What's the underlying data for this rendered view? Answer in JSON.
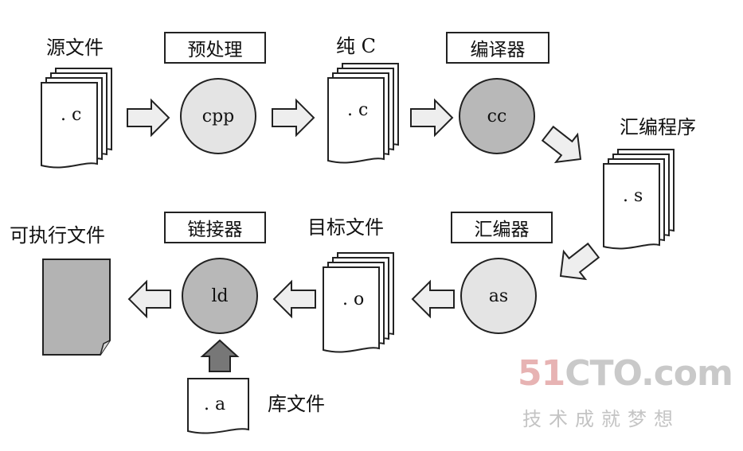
{
  "labels": {
    "source_files": "源文件",
    "pure_c": "纯 C",
    "assembly_program": "汇编程序",
    "object_files": "目标文件",
    "executable": "可执行文件",
    "library_files": "库文件"
  },
  "boxes": {
    "preprocessor": "预处理",
    "compiler": "编译器",
    "assembler": "汇编器",
    "linker": "链接器"
  },
  "circles": {
    "cpp": "cpp",
    "cc": "cc",
    "as": "as",
    "ld": "ld"
  },
  "documents": {
    "c_source": ". c",
    "c_pure": ". c",
    "s_file": ". s",
    "o_file": ". o",
    "a_file": ". a"
  },
  "watermark": {
    "main_accent": "51",
    "main_rest": "CTO.com",
    "sub": "技术成就梦想"
  },
  "colors": {
    "light_node": "#e4e4e4",
    "dark_node": "#b8b8b8",
    "executable": "#b3b3b3"
  }
}
